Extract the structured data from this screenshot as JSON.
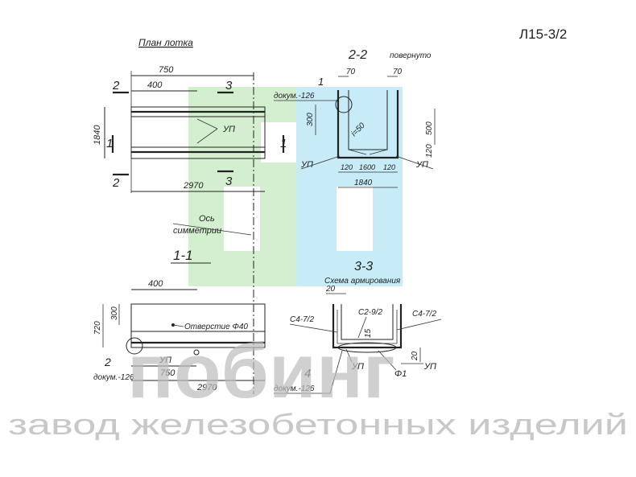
{
  "sheet_code": "Л15-3/2",
  "views": {
    "plan": {
      "title": "План лотка",
      "dims": {
        "d750": "750",
        "d400": "400",
        "d1840": "1840",
        "d2970": "2970"
      },
      "section_marks": {
        "m2": "2",
        "m3": "3",
        "m1": "1"
      },
      "labels": {
        "up": "УП"
      }
    },
    "section_22": {
      "title": "2-2",
      "note": "повернуто",
      "callout_num": "1",
      "callout_doc": "докум.-126",
      "dims": {
        "d70a": "70",
        "d70b": "70",
        "d300": "300",
        "d500": "500",
        "d120a": "120",
        "d120b": "120",
        "d1600": "1600",
        "d1840": "1840",
        "slope": "i=50"
      },
      "labels": {
        "up_left": "УП",
        "up_right": "УП"
      }
    },
    "axis": {
      "line1": "Ось",
      "line2": "симметрии"
    },
    "section_11": {
      "title": "1-1",
      "dims": {
        "d400": "400",
        "d300": "300",
        "d720": "720",
        "d750": "750",
        "d2970": "2970"
      },
      "hole_label": "Отверстие Φ40",
      "callout_num": "2",
      "callout_doc": "докум.-126",
      "labels": {
        "up": "УП"
      }
    },
    "section_33": {
      "title": "3-3",
      "subtitle": "Схема армирования",
      "dims": {
        "d20top": "20",
        "d15": "15",
        "d20right": "20"
      },
      "labels": {
        "c4_left": "С4-7/2",
        "c2": "С2-9/2",
        "c4_right": "С4-7/2",
        "up_mid": "УП",
        "phi1": "Φ1",
        "up_right": "УП"
      },
      "callout_num": "4",
      "callout_doc": "докум.-126"
    }
  },
  "watermark": {
    "brand": "побинг",
    "tagline": "завод железобетонных изделий",
    "colors": {
      "green": "#d4efcf",
      "blue": "#c7ecf8",
      "white": "#ffffff",
      "text": "#bdbdbd"
    }
  }
}
